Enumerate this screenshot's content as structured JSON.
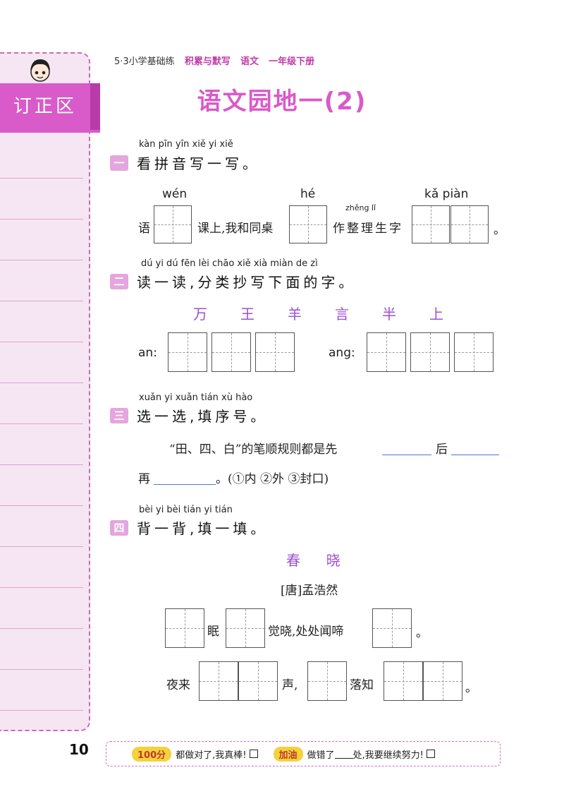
{
  "sidebar": {
    "tab_label": "订正区"
  },
  "header": {
    "series": "5·3小学基础练",
    "book": "积累与默写",
    "subject": "语文",
    "grade": "一年级下册"
  },
  "title": "语文园地一(2)",
  "sections": [
    {
      "number": "一",
      "pinyin": "kàn pīn yīn xiě yi xiě",
      "title": "看拼音写一写。",
      "pinyin_wen": "wén",
      "pinyin_he": "hé",
      "pinyin_zhengli": "zhěng lǐ",
      "pinyin_kapian": "kǎ  piàn",
      "text_yu": "语",
      "text_mid": "课上,我和同桌",
      "text_zuo": "作整理生字",
      "end_mark": "。"
    },
    {
      "number": "二",
      "pinyin": "dú yi dú   fēn lèi chāo xiě xià miàn de zì",
      "title": "读一读,分类抄写下面的字。",
      "chars": [
        "万",
        "王",
        "羊",
        "言",
        "半",
        "上"
      ],
      "label_an": "an:",
      "label_ang": "ang:"
    },
    {
      "number": "三",
      "pinyin": "xuǎn yi xuǎn   tián xù hào",
      "title": "选一选,填序号。",
      "line1_a": "“田、四、白”的笔顺规则都是先",
      "line1_b": "后",
      "line2_a": "再",
      "line2_b": "。(①内   ②外   ③封口)"
    },
    {
      "number": "四",
      "pinyin": "bèi yi bèi   tián yi tián",
      "title": "背一背,填一填。",
      "poem_title": "春  晓",
      "author": "[唐]孟浩然",
      "line1_mian": "眠",
      "line1_rest": "觉晓,处处闻啼",
      "line1_end": "。",
      "line2_a": "夜来",
      "line2_b": "声,",
      "line2_c": "落知",
      "line2_end": "。"
    }
  ],
  "page_number": "10",
  "footer": {
    "badge1": "100分",
    "text1": "都做对了,我真棒!",
    "badge2": "加油",
    "text2a": "做错了",
    "text2b": "处,我要继续努力!"
  }
}
